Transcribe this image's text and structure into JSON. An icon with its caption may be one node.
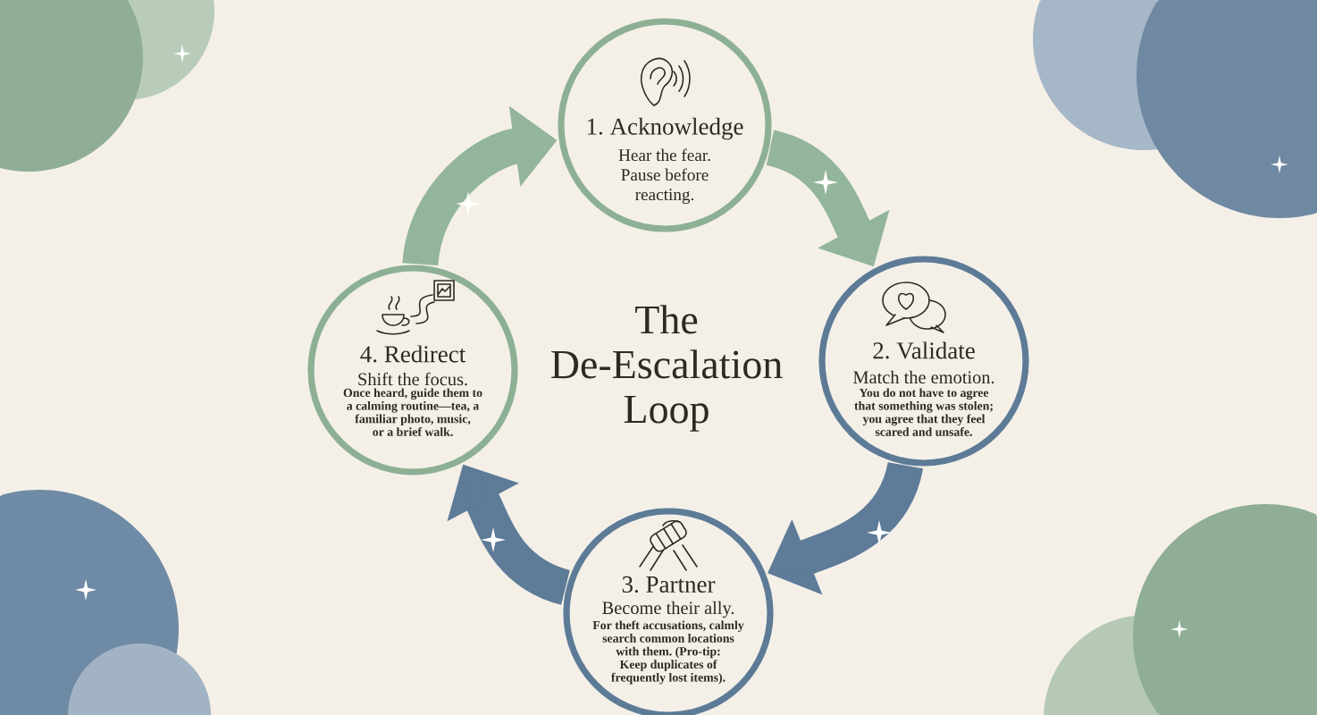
{
  "diagram": {
    "title": "The De-Escalation Loop",
    "nodes": [
      {
        "text": [
          "1. Acknowledge",
          "Hear the fear. Pause before reacting."
        ]
      },
      {
        "text": [
          "2. Validate",
          "Match the emotion.",
          "You do not have to agree that something was stolen; you agree that they feel scared and unsafe."
        ]
      },
      {
        "text": [
          "3. Partner",
          "Become their ally.",
          "For theft accusations, calmly search common locations with them. (Pro-tip: Keep duplicates of frequently lost items)."
        ]
      },
      {
        "text": [
          "4. Redirect",
          "Shift the focus.",
          "Once heard, guide them to a calming routine—tea, a familiar photo, music, or a brief walk."
        ]
      }
    ],
    "edges": [
      {
        "from": 0,
        "to": 1,
        "arrow": "to",
        "color": "#93b59b"
      },
      {
        "from": 1,
        "to": 2,
        "arrow": "to",
        "color": "#5e7b98"
      },
      {
        "from": 2,
        "to": 3,
        "arrow": "to",
        "color": "#5e7b98"
      },
      {
        "from": 3,
        "to": 0,
        "arrow": "to",
        "color": "#93b59b"
      }
    ]
  }
}
